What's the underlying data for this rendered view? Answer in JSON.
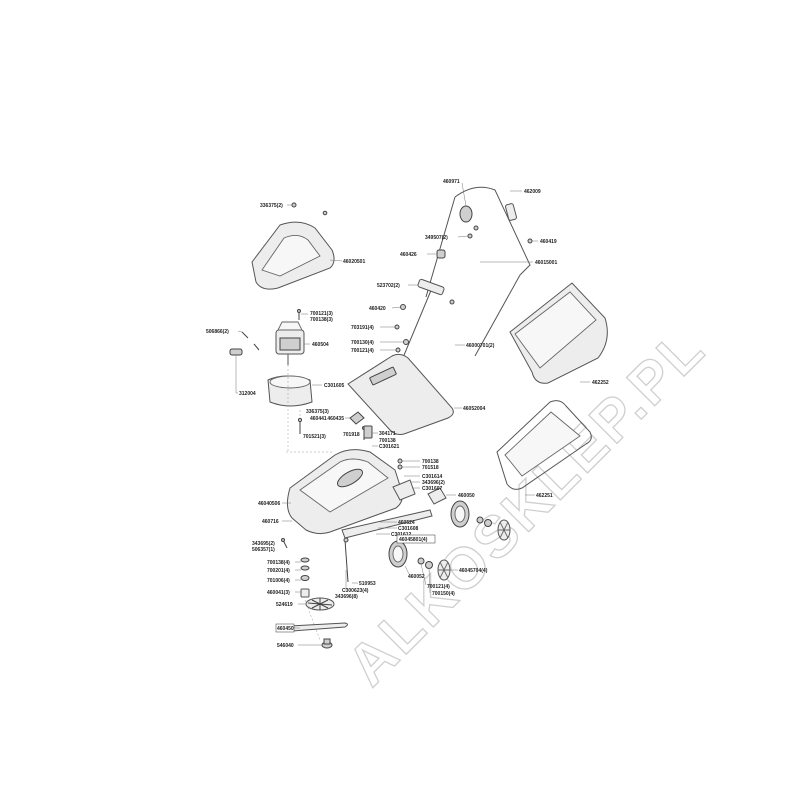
{
  "watermark": "ALKOSKLEP.PL",
  "labels": {
    "l_336375_2": "336375(2)",
    "l_46020501": "46020501",
    "l_460971": "460971",
    "l_462009": "462009",
    "l_349507_2": "349507(2)",
    "l_460419": "460419",
    "l_460426": "460426",
    "l_46015001": "46015001",
    "l_523702_2": "523702(2)",
    "l_460420": "460420",
    "l_703191_4": "703191(4)",
    "l_700130_4": "700130(4)",
    "l_700121_4": "700121(4)",
    "l_46000701_2": "46000701(2)",
    "l_700121_3": "700121(3)",
    "l_700138_3": "700138(3)",
    "l_506866_2": "506866(2)",
    "l_460504": "460504",
    "l_312004": "312004",
    "l_C301605": "C301605",
    "l_462252": "462252",
    "l_46052004": "46052004",
    "l_336375_3": "336375(3)",
    "l_460441": "460441",
    "l_460435": "460435",
    "l_701918": "701918",
    "l_701521_3": "701521(3)",
    "l_304171": "304171",
    "l_700138": "700138",
    "l_C301621": "C301621",
    "l_462251": "462251",
    "l_700138_b": "700138",
    "l_701518": "701518",
    "l_C301614": "C301614",
    "l_343696_2": "343696(2)",
    "l_C301607": "C301607",
    "l_46040506": "46040506",
    "l_460050": "460050",
    "l_460716": "460716",
    "l_460524": "460524",
    "l_C301608": "C301608",
    "l_C301612": "C301612",
    "l_343695_2": "343695(2)",
    "l_506357_1": "506357(1)",
    "l_46045801_4": "46045801(4)",
    "l_700138_4": "700138(4)",
    "l_700201_4": "700201(4)",
    "l_460052": "460052",
    "l_46045704_4": "46045704(4)",
    "l_510953": "510953",
    "l_701006_4": "701006(4)",
    "l_C300623_4": "C300623(4)",
    "l_700121_4b": "700121(4)",
    "l_460041_3": "460041(3)",
    "l_343696_8": "343696(8)",
    "l_700150_4": "700150(4)",
    "l_524619": "524619",
    "l_460450": "460450",
    "l_546040": "546040"
  }
}
